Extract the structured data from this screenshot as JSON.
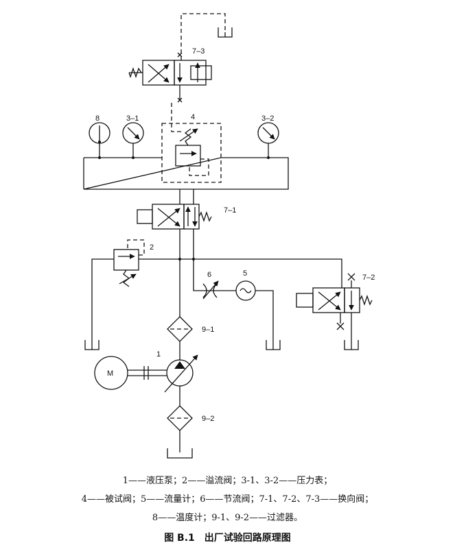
{
  "labels": {
    "pump": "1",
    "relief_valve": "2",
    "gauge_3_1": "3–1",
    "gauge_3_2": "3–2",
    "tested_valve": "4",
    "flowmeter": "5",
    "throttle_valve": "6",
    "valve_7_1": "7–1",
    "valve_7_2": "7–2",
    "valve_7_3": "7–3",
    "thermometer": "8",
    "filter_9_1": "9–1",
    "filter_9_2": "9–2",
    "motor": "M"
  },
  "legend": [
    "1——液压泵；2——溢流阀；3-1、3-2——压力表；",
    "4——被试阀；5——流量计；6——节流阀；7-1、7-2、7-3——换向阀；",
    "8——温度计；9-1、9-2——过滤器。"
  ],
  "caption": "图 B.1　出厂试验回路原理图"
}
